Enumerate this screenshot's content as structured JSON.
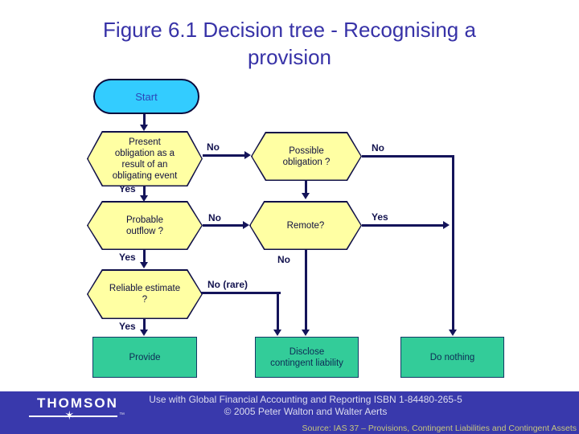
{
  "slide": {
    "title": "Figure 6.1 Decision tree - Recognising a\nprovision"
  },
  "flowchart": {
    "start": "Start",
    "nodes": {
      "present_obligation": "Present\nobligation as a\nresult of an\nobligating event",
      "possible_obligation": "Possible\nobligation ?",
      "probable_outflow": "Probable\noutflow ?",
      "remote": "Remote?",
      "reliable_estimate": "Reliable estimate\n?"
    },
    "edge_labels": {
      "present_no": "No",
      "present_yes": "Yes",
      "possible_no": "No",
      "probable_no": "No",
      "probable_yes": "Yes",
      "remote_yes": "Yes",
      "remote_no": "No",
      "reliable_no_rare": "No (rare)",
      "reliable_yes": "Yes"
    },
    "outcomes": {
      "provide": "Provide",
      "disclose": "Disclose\ncontingent liability",
      "do_nothing": "Do nothing"
    }
  },
  "footer": {
    "brand": "THOMSON",
    "trademark": "™",
    "usage_line1": "Use with Global Financial Accounting and Reporting ISBN 1-84480-265-5",
    "usage_line2": "© 2005 Peter Walton and Walter Aerts",
    "source": "Source: IAS 37 – Provisions, Contingent Liabilities and Contingent Assets"
  },
  "icons": {
    "thomson_star": "✶"
  },
  "colors": {
    "title_text": "#3732A7",
    "start_fill": "#33CCFF",
    "decision_fill": "#FFFFA3",
    "outcome_fill": "#33CC99",
    "connector": "#14145A",
    "banner_background": "#3939AC",
    "banner_text": "#DCDCEF",
    "source_text": "#C6C67E"
  }
}
